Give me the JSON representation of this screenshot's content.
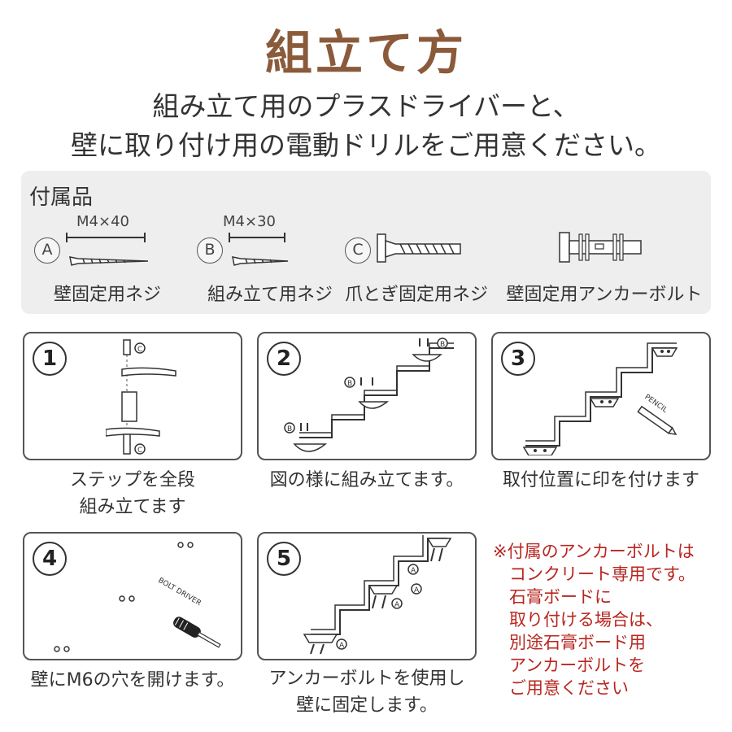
{
  "title": "組立て方",
  "subtitle": [
    "組み立て用のプラスドライバーと、",
    "壁に取り付け用の電動ドリルをご用意ください。"
  ],
  "parts": {
    "heading": "付属品",
    "items": [
      {
        "code": "A",
        "size": "M4×40",
        "label": "壁固定用ネジ"
      },
      {
        "code": "B",
        "size": "M4×30",
        "label": "組み立て用ネジ"
      },
      {
        "code": "C",
        "size": "",
        "label": "爪とぎ固定用ネジ"
      },
      {
        "code": "",
        "size": "",
        "label": "壁固定用アンカーボルト"
      }
    ]
  },
  "steps": [
    {
      "number": "1",
      "caption": [
        "ステップを全段",
        "組み立てます"
      ],
      "tags": [
        "C",
        "C"
      ]
    },
    {
      "number": "2",
      "caption": [
        "図の様に組み立てます。"
      ],
      "tags": [
        "B",
        "B",
        "B"
      ]
    },
    {
      "number": "3",
      "caption": [
        "取付位置に印を付けます"
      ],
      "tags": [
        "PENCIL"
      ]
    },
    {
      "number": "4",
      "caption": [
        "壁にM6の穴を開けます。"
      ],
      "tags": [
        "BOLT DRIVER"
      ]
    },
    {
      "number": "5",
      "caption": [
        "アンカーボルトを使用し",
        "壁に固定します。"
      ],
      "tags": [
        "A",
        "A",
        "A",
        "A"
      ]
    }
  ],
  "note": [
    "※付属のアンカーボルトは",
    "コンクリート専用です。",
    "石膏ボードに",
    "取り付ける場合は、",
    "別途石膏ボード用",
    "アンカーボルトを",
    "ご用意ください"
  ],
  "colors": {
    "title": "#8a5a3a",
    "note": "#b8261f",
    "panel": "#eeeeee"
  }
}
